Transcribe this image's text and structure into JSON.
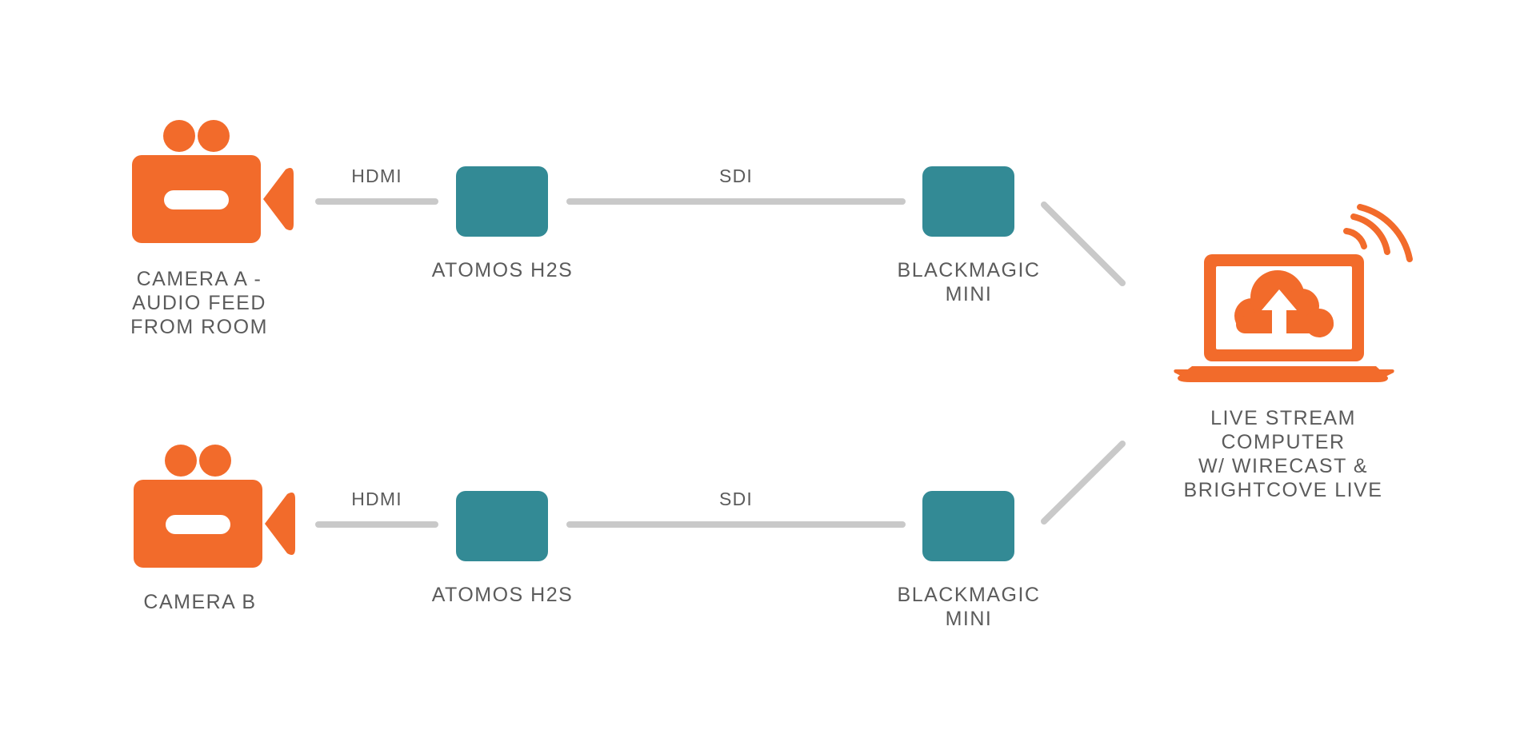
{
  "colors": {
    "accent": "#f26b2b",
    "device": "#338a95",
    "line": "#c9c9c9",
    "text": "#5b5b5b"
  },
  "camera_a": {
    "icon": "video-camera-icon",
    "label": "CAMERA A -\nAUDIO FEED\nFROM ROOM"
  },
  "camera_b": {
    "icon": "video-camera-icon",
    "label": "CAMERA B"
  },
  "row_a": {
    "hdmi_label": "HDMI",
    "sdi_label": "SDI",
    "recorder_label": "ATOMOS H2S",
    "converter_label": "BLACKMAGIC\nMINI"
  },
  "row_b": {
    "hdmi_label": "HDMI",
    "sdi_label": "SDI",
    "recorder_label": "ATOMOS H2S",
    "converter_label": "BLACKMAGIC\nMINI"
  },
  "computer": {
    "icon": "laptop-cloud-upload-icon",
    "signal_icon": "wireless-signal-icon",
    "label": "LIVE STREAM COMPUTER\nW/ WIRECAST &\nBRIGHTCOVE LIVE"
  }
}
